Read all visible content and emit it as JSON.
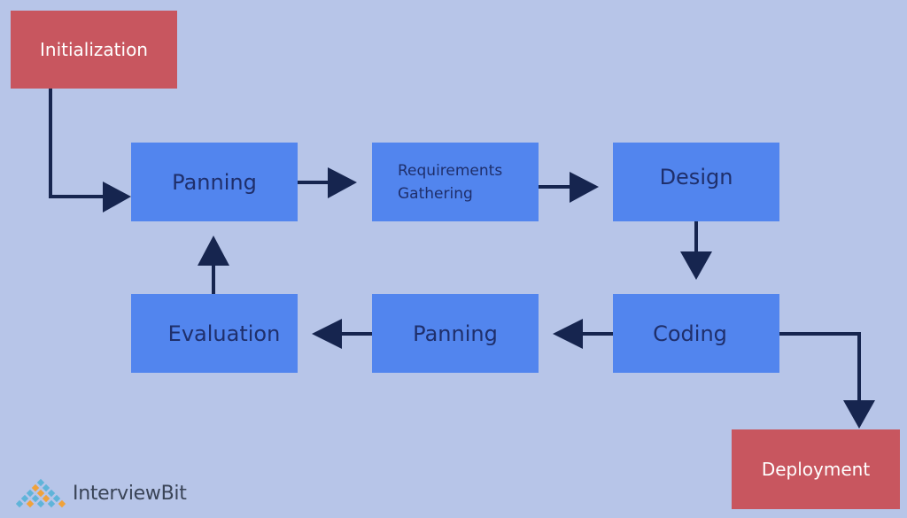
{
  "diagram": {
    "nodes": {
      "initialization": "Initialization",
      "planning_top": "Panning",
      "requirements": "Requirements Gathering",
      "design": "Design",
      "coding": "Coding",
      "planning_bottom": "Panning",
      "evaluation": "Evaluation",
      "deployment": "Deployment"
    },
    "edges": [
      {
        "from": "initialization",
        "to": "planning_top"
      },
      {
        "from": "planning_top",
        "to": "requirements"
      },
      {
        "from": "requirements",
        "to": "design"
      },
      {
        "from": "design",
        "to": "coding"
      },
      {
        "from": "coding",
        "to": "planning_bottom"
      },
      {
        "from": "planning_bottom",
        "to": "evaluation"
      },
      {
        "from": "evaluation",
        "to": "planning_top"
      },
      {
        "from": "coding",
        "to": "deployment"
      }
    ]
  },
  "logo": {
    "text": "InterviewBit"
  },
  "colors": {
    "background": "#b7c5e8",
    "step_box": "#5285ee",
    "terminal_box": "#c8565f",
    "arrow": "#16254f",
    "step_text": "#1f2f6b",
    "terminal_text": "#ffffff"
  }
}
